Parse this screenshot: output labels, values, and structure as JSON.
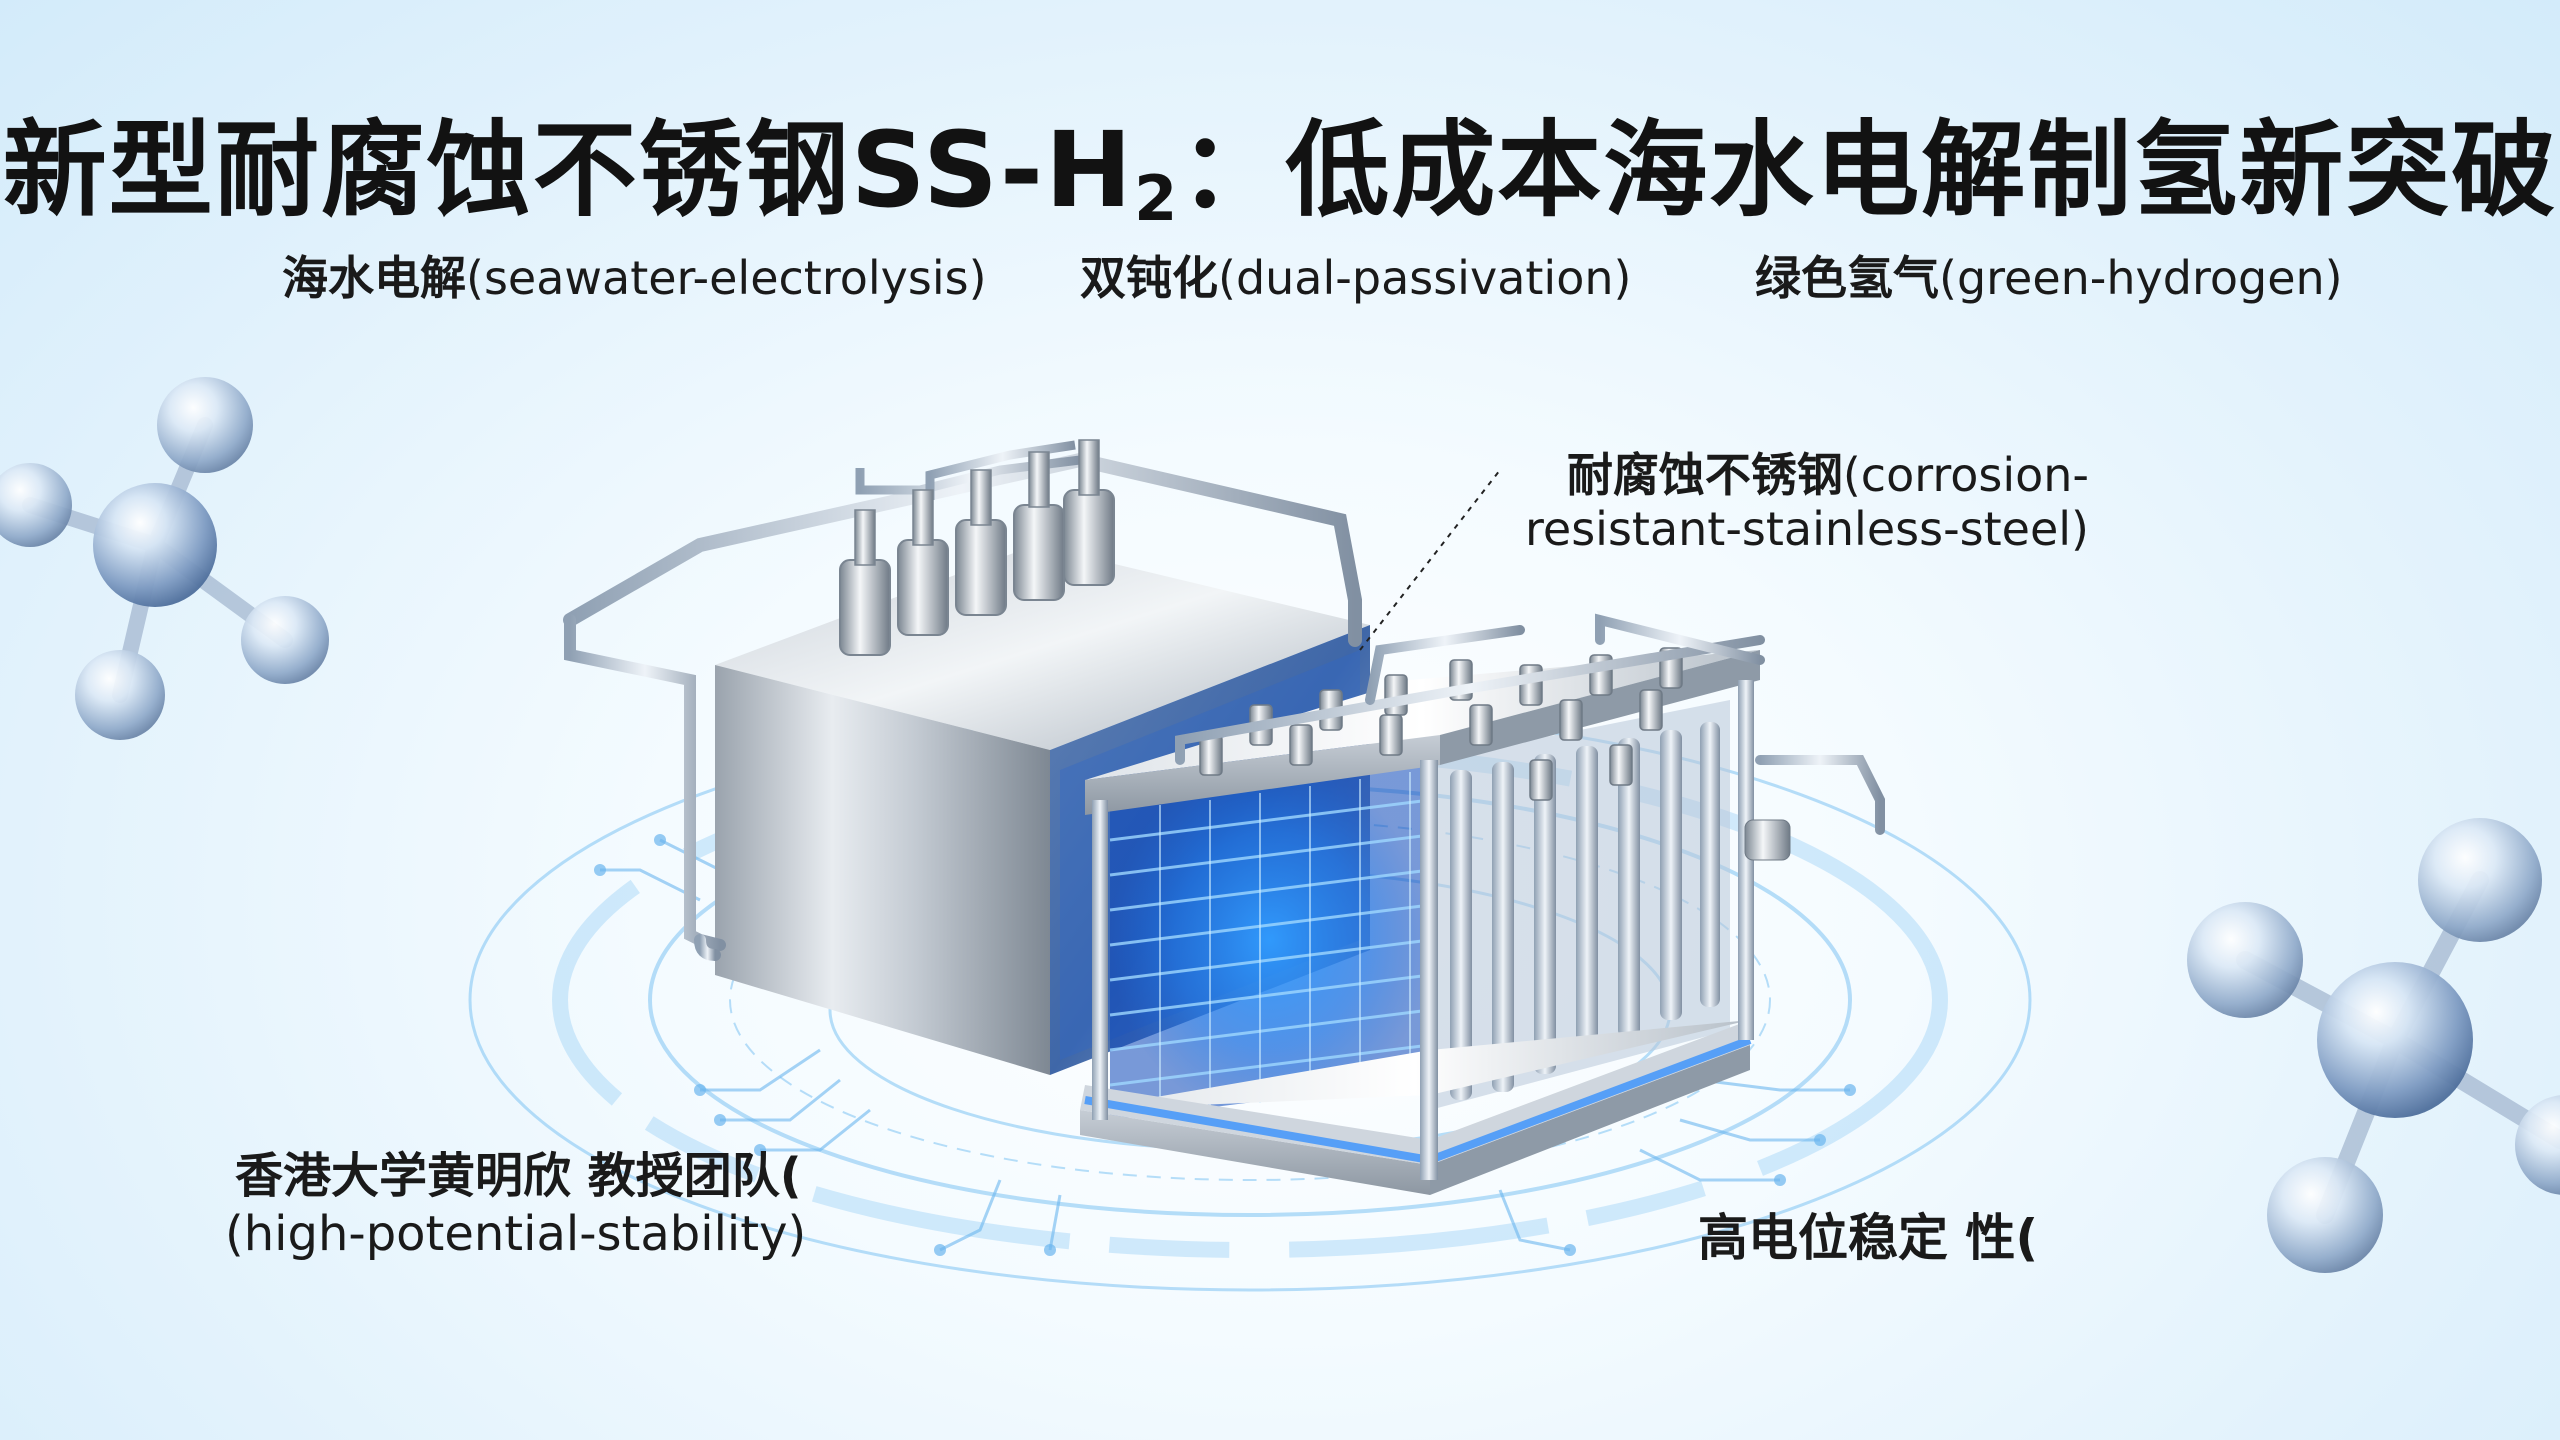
{
  "title": {
    "main": "新型耐腐蚀不锈钢SS-H",
    "subscript": "2",
    "rest": "：低成本海水电解制氢新突破"
  },
  "keywords": [
    {
      "zh": "海水电解",
      "en": "(seawater-electrolysis)"
    },
    {
      "zh": "双钝化",
      "en": "(dual-passivation)"
    },
    {
      "zh": "绿色氢气",
      "en": "(green-hydrogen)"
    }
  ],
  "callout": {
    "zh": "耐腐蚀不锈钢",
    "en_line1": "(corrosion-",
    "en_line2": "resistant-stainless-steel)"
  },
  "team": {
    "line1": "香港大学黄明欣 教授团队(",
    "line2": "(high-potential-stability)"
  },
  "stability_label": "高电位稳定 性(",
  "icons": [
    "molecule-icon",
    "molecule-icon"
  ],
  "colors": {
    "accent_blue": "#1e88ff",
    "steel": "#b9c2cc",
    "background": "#e2f2fc"
  }
}
